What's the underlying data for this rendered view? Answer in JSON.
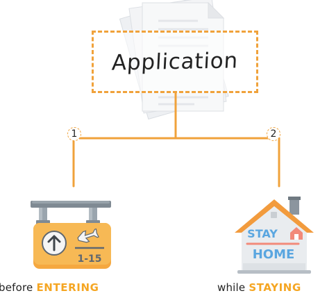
{
  "diagram": {
    "central_label": "Application",
    "branches": [
      {
        "number": "1",
        "lead": "before",
        "highlight": "ENTERING",
        "icon": "airport-sign-icon"
      },
      {
        "number": "2",
        "lead": "while",
        "highlight": "STAYING",
        "icon": "stay-home-house-icon"
      }
    ],
    "sign": {
      "line1": "1-15"
    },
    "house": {
      "line1": "STAY",
      "line2": "HOME"
    }
  },
  "colors": {
    "accent": "#f5a623",
    "connector": "#f0a23b",
    "sign_panel": "#f7b955",
    "house_roof": "#f29b3d",
    "house_wall": "#e9ecef",
    "house_text": "#5aa6e0"
  }
}
